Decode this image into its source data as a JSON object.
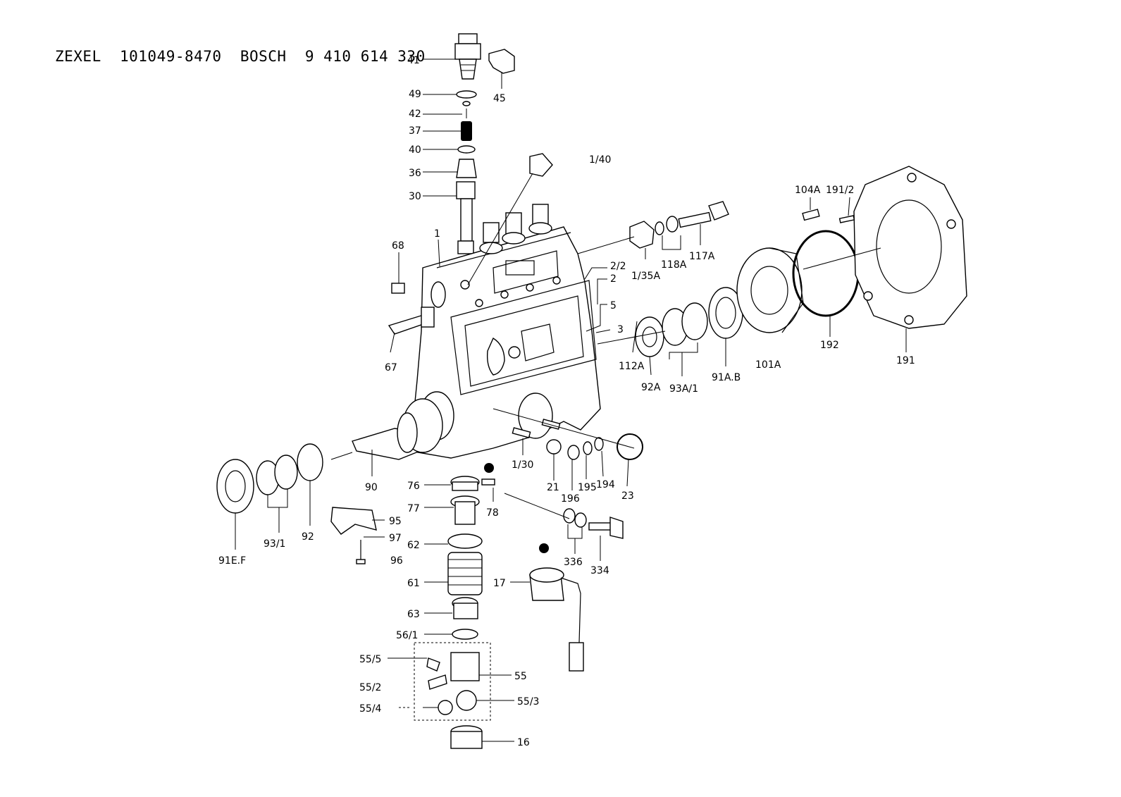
{
  "title": "ZEXEL  101049-8470  BOSCH  9 410 614 330",
  "labels": {
    "l41": "41",
    "l45": "45",
    "l49": "49",
    "l42": "42",
    "l37": "37",
    "l40": "40",
    "l36": "36",
    "l30": "30",
    "l1_40": "1/40",
    "l1": "1",
    "l68": "68",
    "l67": "67",
    "l1_35A": "1/35A",
    "l118A": "118A",
    "l117A": "117A",
    "l2_2": "2/2",
    "l2": "2",
    "l5": "5",
    "l3": "3",
    "l112A": "112A",
    "l92A": "92A",
    "l93A_1": "93A/1",
    "l91AB": "91A.B",
    "l101A": "101A",
    "l104A": "104A",
    "l191_2": "191/2",
    "l192": "192",
    "l191": "191",
    "l90": "90",
    "l91EF": "91E.F",
    "l93_1": "93/1",
    "l92": "92",
    "l95": "95",
    "l97": "97",
    "l96": "96",
    "l76": "76",
    "l78": "78",
    "l77": "77",
    "l62": "62",
    "l61": "61",
    "l63": "63",
    "l56_1": "56/1",
    "l55_5": "55/5",
    "l55": "55",
    "l55_2": "55/2",
    "l55_4": "55/4",
    "l55_3": "55/3",
    "l16": "16",
    "l1_30": "1/30",
    "l21": "21",
    "l196": "196",
    "l195": "195",
    "l194": "194",
    "l23": "23",
    "l336": "336",
    "l334": "334",
    "l17": "17"
  }
}
